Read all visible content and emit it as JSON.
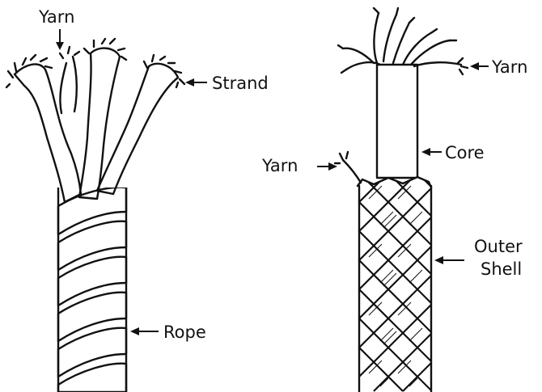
{
  "labels": {
    "laid_yarn": "Yarn",
    "laid_strand": "Strand",
    "laid_rope": "Rope",
    "braided_yarn_top": "Yarn",
    "braided_core": "Core",
    "braided_yarn_side": "Yarn",
    "braided_shell_line1": "Outer",
    "braided_shell_line2": "Shell"
  },
  "colors": {
    "ink": "#111111",
    "background": "#ffffff",
    "core_shade": "#8a8a8a"
  }
}
